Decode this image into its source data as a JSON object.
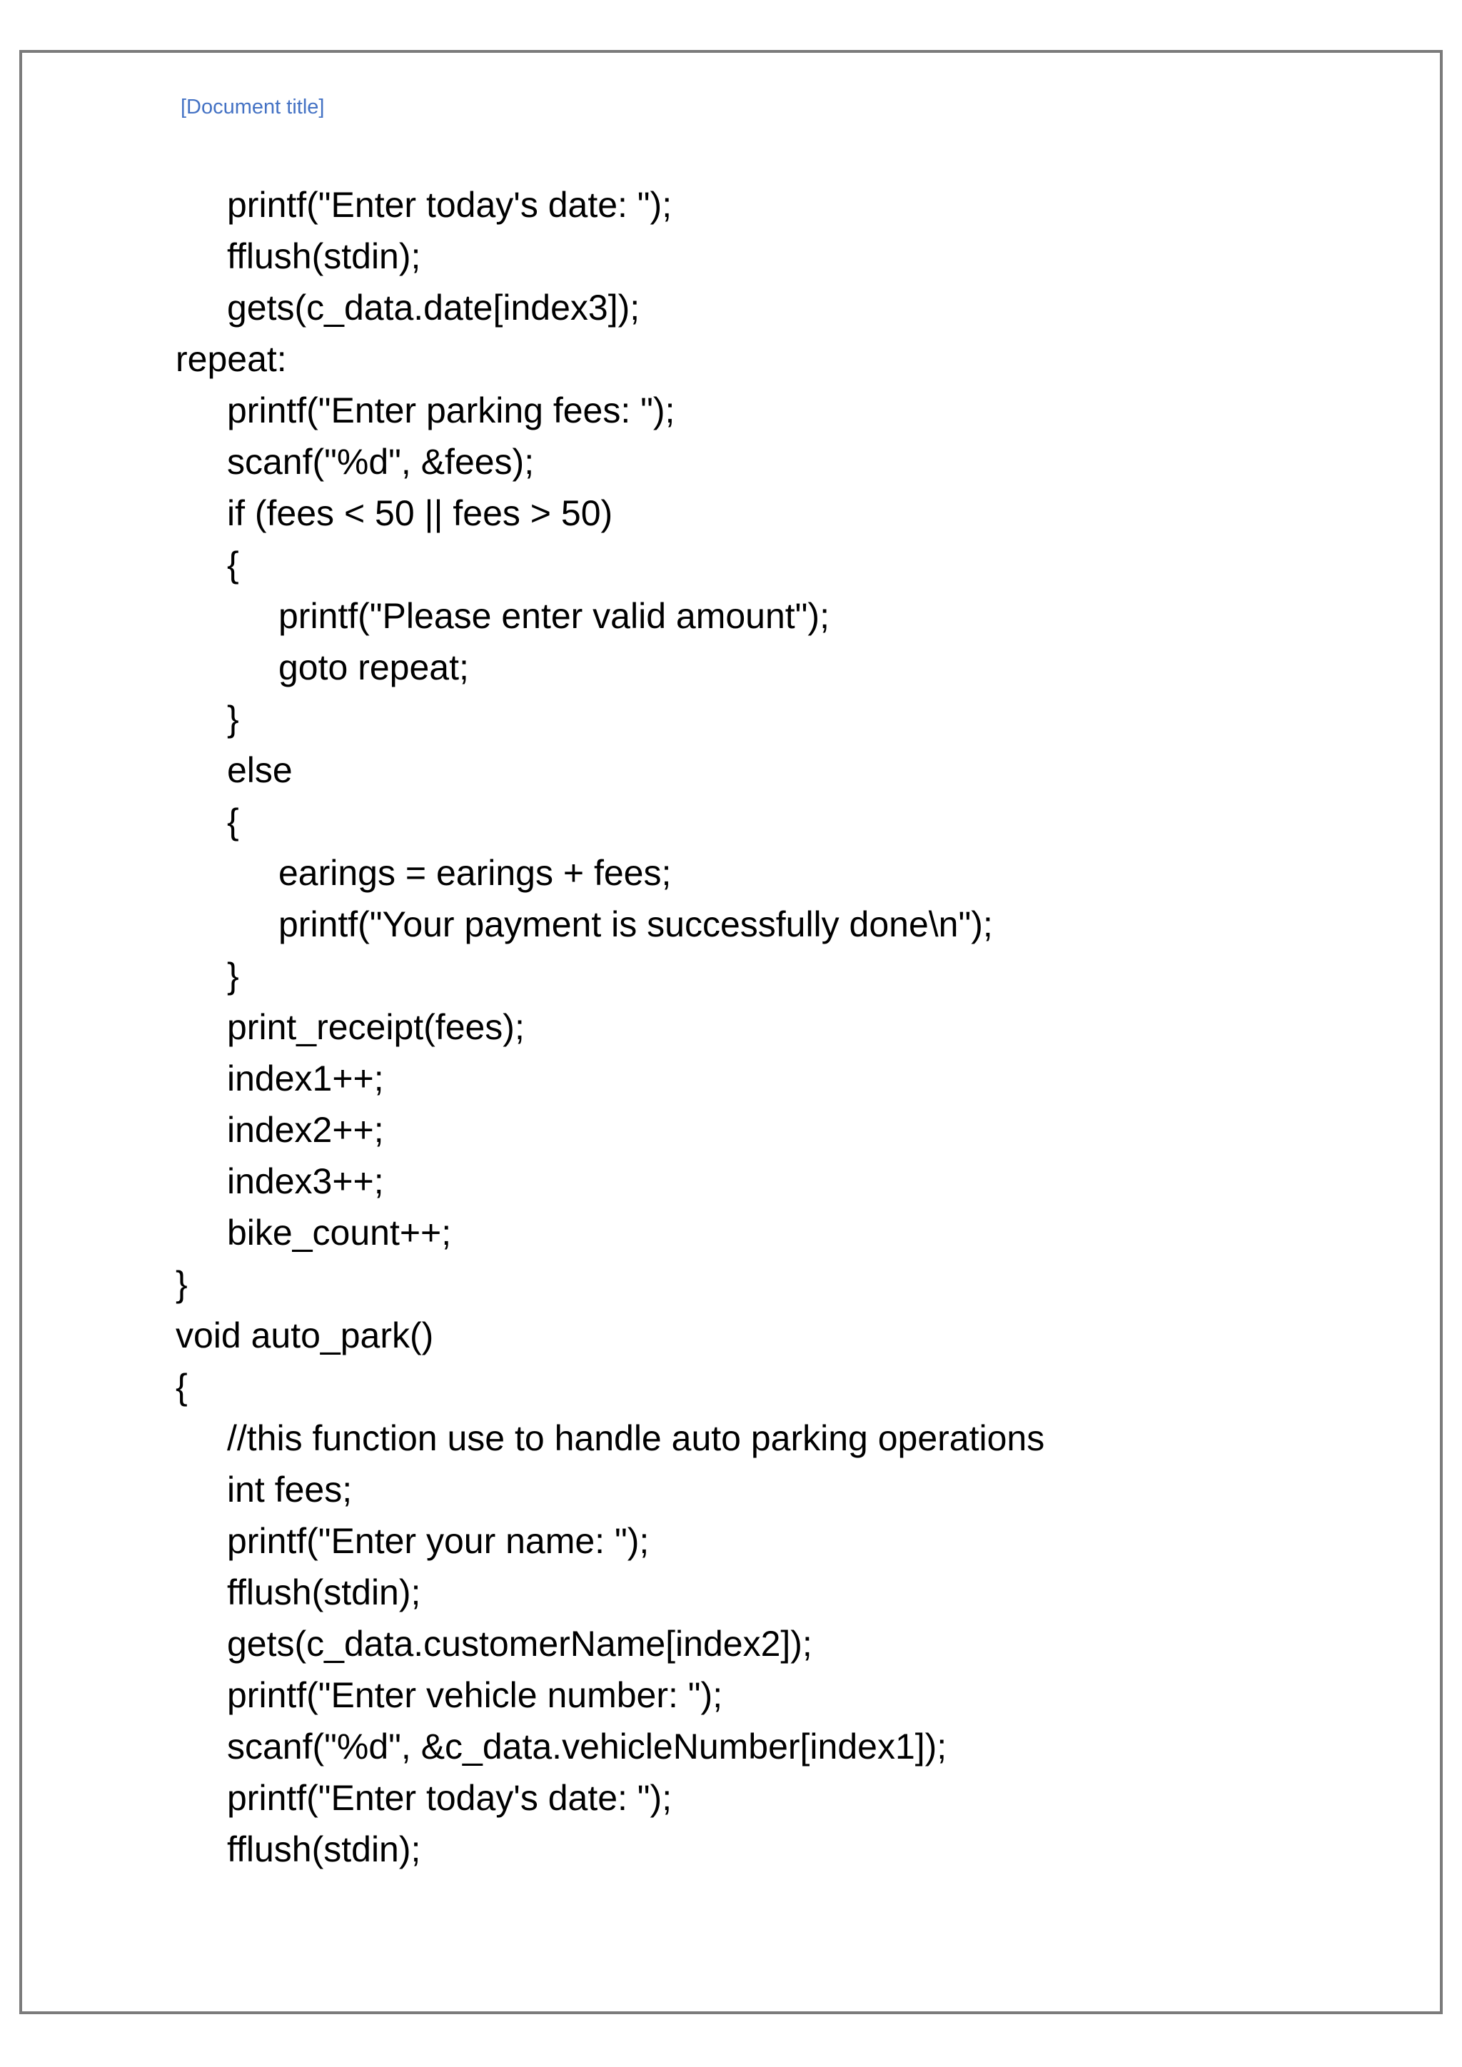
{
  "page": {
    "header": {
      "document_title": "[Document title]"
    },
    "colors": {
      "title_blue": "#4472C4",
      "border_gray": "#7b7b7b",
      "text_black": "#000000",
      "background": "#ffffff"
    },
    "code": {
      "lines": [
        {
          "indent": 1,
          "text": "printf(\"Enter today's date: \");"
        },
        {
          "indent": 1,
          "text": "fflush(stdin);"
        },
        {
          "indent": 1,
          "text": "gets(c_data.date[index3]);"
        },
        {
          "indent": 0,
          "text": "repeat:"
        },
        {
          "indent": 1,
          "text": "printf(\"Enter parking fees: \");"
        },
        {
          "indent": 1,
          "text": "scanf(\"%d\", &fees);"
        },
        {
          "indent": 1,
          "text": "if (fees < 50 || fees > 50)"
        },
        {
          "indent": 1,
          "text": "{"
        },
        {
          "indent": 2,
          "text": "printf(\"Please enter valid amount\");"
        },
        {
          "indent": 2,
          "text": "goto repeat;"
        },
        {
          "indent": 1,
          "text": "}"
        },
        {
          "indent": 1,
          "text": "else"
        },
        {
          "indent": 1,
          "text": "{"
        },
        {
          "indent": 2,
          "text": "earings = earings + fees;"
        },
        {
          "indent": 2,
          "text": "printf(\"Your payment is successfully done\\n\");"
        },
        {
          "indent": 1,
          "text": "}"
        },
        {
          "indent": 1,
          "text": "print_receipt(fees);"
        },
        {
          "indent": 1,
          "text": "index1++;"
        },
        {
          "indent": 1,
          "text": "index2++;"
        },
        {
          "indent": 1,
          "text": "index3++;"
        },
        {
          "indent": 1,
          "text": "bike_count++;"
        },
        {
          "indent": 0,
          "text": "}"
        },
        {
          "indent": 0,
          "text": "void auto_park()"
        },
        {
          "indent": 0,
          "text": "{"
        },
        {
          "indent": 1,
          "text": "//this function use to handle auto parking operations"
        },
        {
          "indent": 1,
          "text": "int fees;"
        },
        {
          "indent": 1,
          "text": "printf(\"Enter your name: \");"
        },
        {
          "indent": 1,
          "text": "fflush(stdin);"
        },
        {
          "indent": 1,
          "text": "gets(c_data.customerName[index2]);"
        },
        {
          "indent": 1,
          "text": "printf(\"Enter vehicle number: \");"
        },
        {
          "indent": 1,
          "text": "scanf(\"%d\", &c_data.vehicleNumber[index1]);"
        },
        {
          "indent": 1,
          "text": "printf(\"Enter today's date: \");"
        },
        {
          "indent": 1,
          "text": "fflush(stdin);"
        }
      ]
    }
  }
}
